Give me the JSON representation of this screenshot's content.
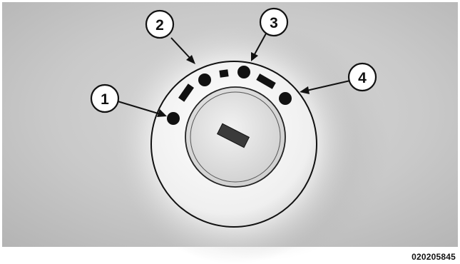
{
  "callouts": [
    {
      "label": "1"
    },
    {
      "label": "2"
    },
    {
      "label": "3"
    },
    {
      "label": "4"
    }
  ],
  "figure_code": "020205845"
}
